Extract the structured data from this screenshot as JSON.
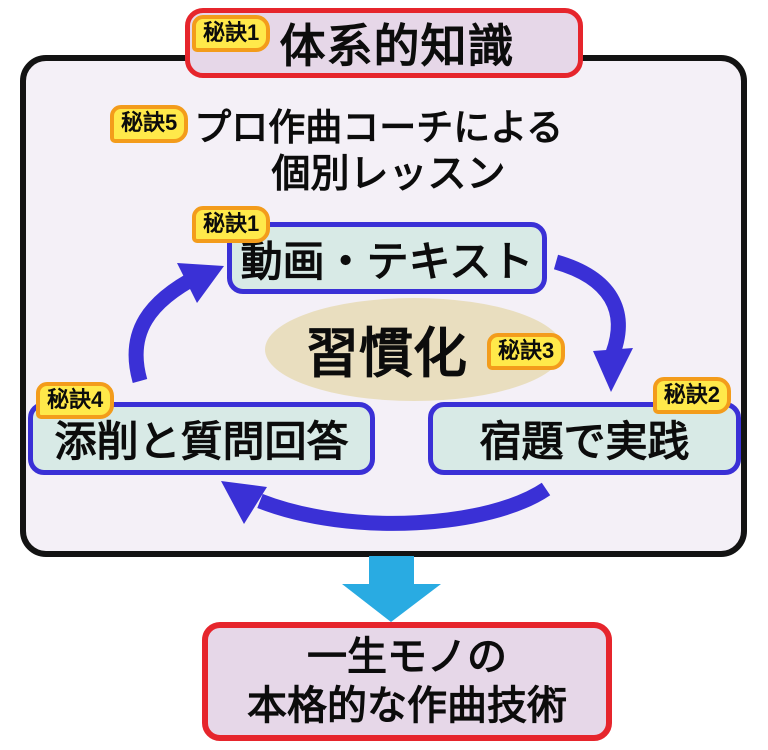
{
  "colors": {
    "container_border": "#131313",
    "container_fill": "#f4f0f7",
    "red_border": "#e6252c",
    "pink_fill": "#e6d7e8",
    "blue_border": "#3a30d6",
    "mint_fill": "#d8eae6",
    "ellipse_fill": "#e9debf",
    "badge_fill": "#ffe94a",
    "badge_border": "#f39c1b",
    "cycle_arrow": "#3a30d6",
    "down_arrow": "#29abe2"
  },
  "top_box": {
    "badge": "秘訣1",
    "label": "体系的知識"
  },
  "heading": {
    "badge": "秘訣5",
    "line1": "プロ作曲コーチによる",
    "line2": "個別レッスン"
  },
  "cycle": {
    "video_box": {
      "badge": "秘訣1",
      "label": "動画・テキスト"
    },
    "habit_ellipse": {
      "label": "習慣化",
      "badge": "秘訣3"
    },
    "homework_box": {
      "badge": "秘訣2",
      "label": "宿題で実践"
    },
    "correction_box": {
      "badge": "秘訣4",
      "label": "添削と質問回答"
    }
  },
  "result_box": {
    "line1": "一生モノの",
    "line2": "本格的な作曲技術"
  }
}
